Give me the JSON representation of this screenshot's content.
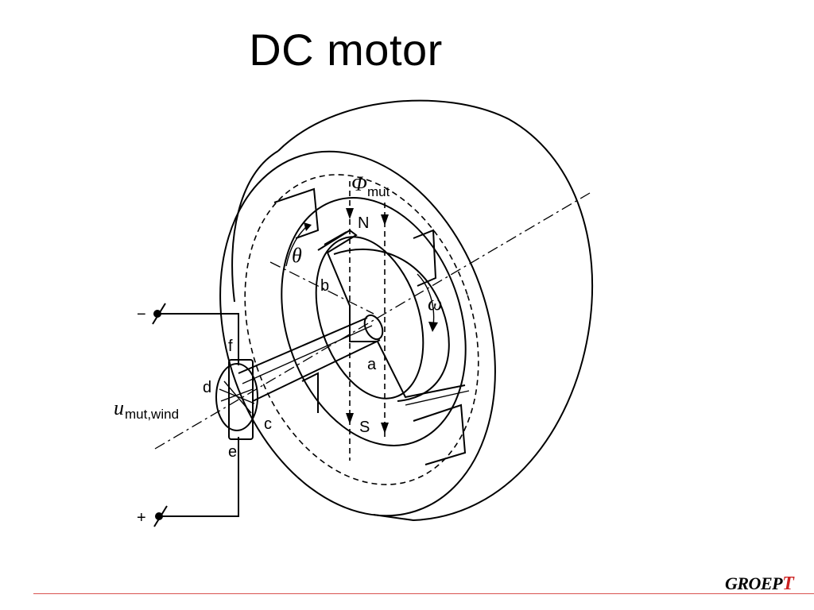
{
  "slide": {
    "title": "DC motor"
  },
  "diagram": {
    "labels": {
      "flux": "Φ",
      "flux_sub": "mut",
      "north": "N",
      "south": "S",
      "theta": "θ",
      "omega": "ω",
      "a": "a",
      "b": "b",
      "c": "c",
      "d": "d",
      "e": "e",
      "f": "f",
      "minus": "−",
      "plus": "+",
      "voltage": "u",
      "voltage_sub": "mut,wind"
    }
  },
  "footer": {
    "logo_main": "GROEP",
    "logo_t": "T"
  },
  "colors": {
    "footer_line": "#d9534f",
    "logo_accent": "#cc2222"
  }
}
